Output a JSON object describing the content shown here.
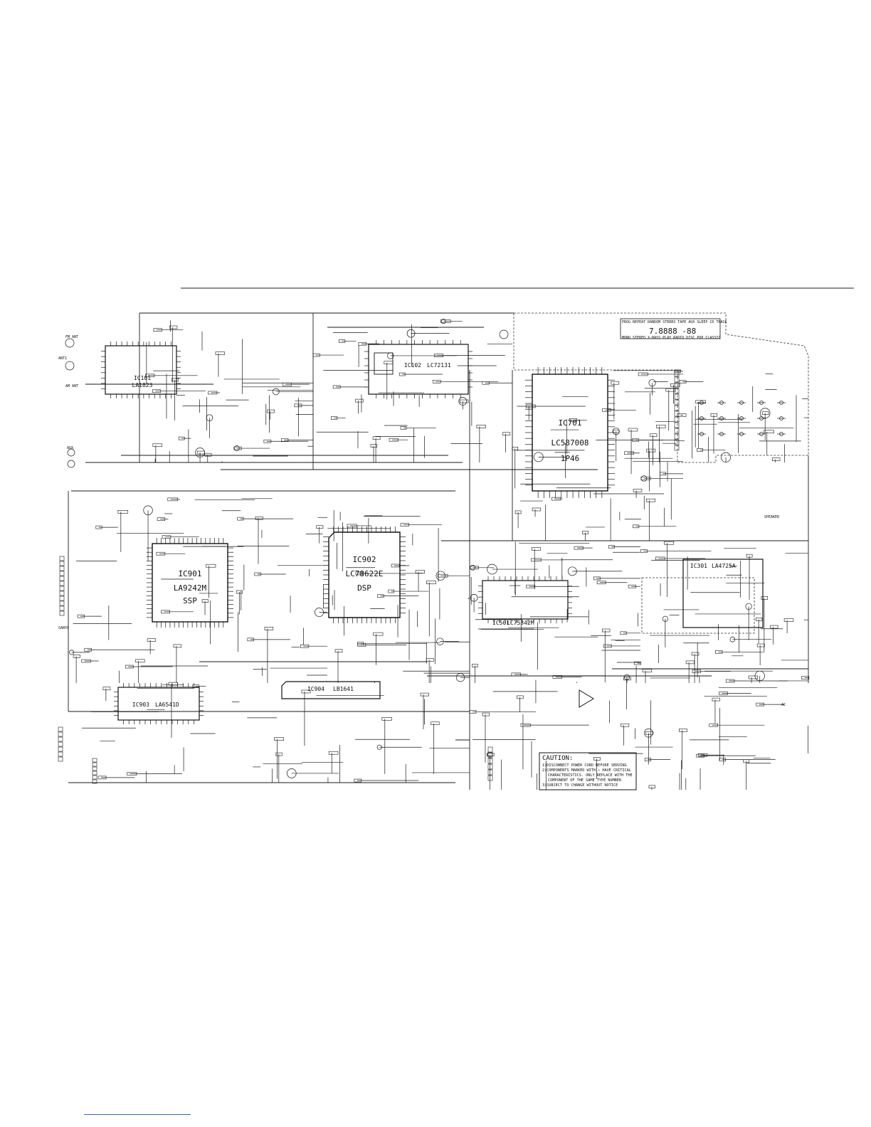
{
  "schematic": {
    "ics": [
      {
        "id": "ic101",
        "ref": "IC101",
        "part": "LA1823"
      },
      {
        "id": "ic102",
        "ref": "IC102",
        "part": "LC72131"
      },
      {
        "id": "ic701",
        "ref": "IC701",
        "part": "LC587008",
        "sub": "1P46"
      },
      {
        "id": "ic901",
        "ref": "IC901",
        "part": "LA9242M",
        "sub": "SSP"
      },
      {
        "id": "ic902",
        "ref": "IC902",
        "part": "LC78622E",
        "sub": "DSP"
      },
      {
        "id": "ic501",
        "ref": "IC501",
        "part": "LC75342M"
      },
      {
        "id": "ic301",
        "ref": "IC301",
        "part": "LA4725A"
      },
      {
        "id": "ic903",
        "ref": "IC903",
        "part": "LA6541D"
      },
      {
        "id": "ic904",
        "ref": "IC904",
        "part": "LB1641"
      }
    ],
    "labels": {
      "fm_ant": "FM ANT",
      "am_ant": "AM ANT",
      "ant1": "ANT1",
      "aux": "AUX",
      "sanyo_pickup": "SANYO",
      "ac_in": "AC",
      "speaker": "SPEAKER"
    },
    "display": {
      "top_row": "PROG REPEAT RANDOM STEREO TAPE AUX SLEEP CD TRACK",
      "digits": "7.8888 -88",
      "bottom_row": "MONO STEREO X-BASS PLAY RADIO DISC POP CLASSIC"
    },
    "caution": {
      "title": "CAUTION:",
      "lines": [
        "1)DISCONNECT POWER CORD BEFORE SERVING",
        "2)COMPONENTS MARKED WITH ⚠ HAVE CRITICAL",
        "CHARACTERISTICS. ONLY REPLACE WITH THE",
        "COMPONENT OF THE SAME TYPE NUMBER",
        "3)SUBJECT TO CHANGE WITHOUT NOTICE"
      ]
    }
  }
}
